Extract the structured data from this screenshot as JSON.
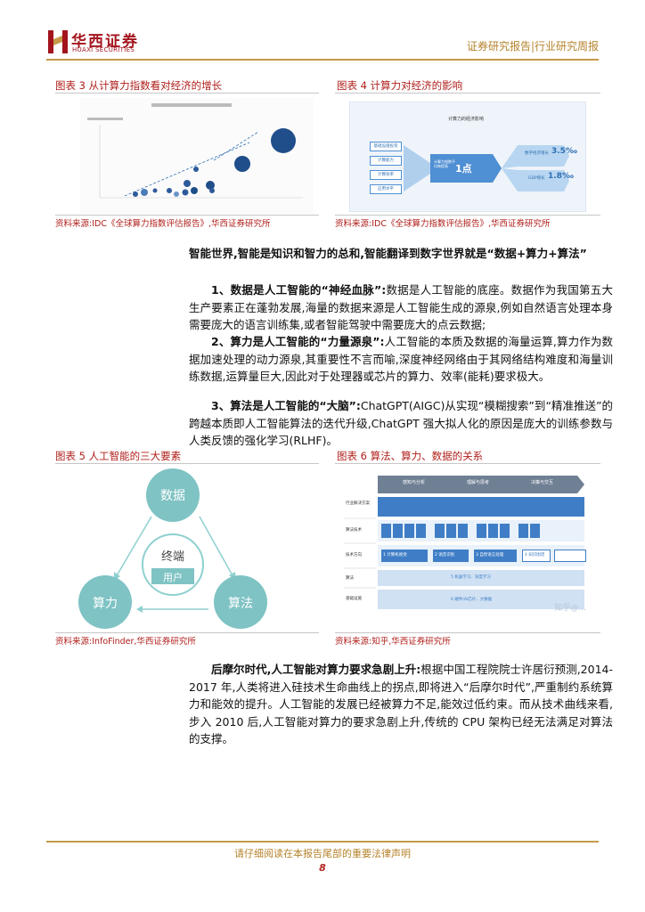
{
  "header": {
    "company_cn": "华西证券",
    "company_en": "HUAXI SECURITIES",
    "report_type": "证券研究报告|行业研究周报"
  },
  "figures": {
    "f3": {
      "title": "图表 3 从计算力指数看对经济的增长",
      "source": "资料来源:IDC《全球算力指数评估报告》,华西证券研究所"
    },
    "f4": {
      "title": "图表 4 计算力对经济的影响",
      "source": "资料来源:IDC《全球算力指数评估报告》,华西证券研究所",
      "inner_title": "计算力的经济影响",
      "left_items": [
        "基础设施投资",
        "计算能力",
        "计算效率",
        "应用水平"
      ],
      "center_text": "计算力指数平均每提高",
      "center_value": "1点",
      "right_items": [
        {
          "label": "数字经济增长",
          "value": "3.5‰"
        },
        {
          "label": "GDP增长",
          "value": "1.8‰"
        }
      ]
    },
    "f5": {
      "title": "图表 5 人工智能的三大要素",
      "source": "资料来源:InfoFinder,华西证券研究所",
      "top": "数据",
      "left": "算力",
      "right": "算法",
      "center": "终端",
      "user": "用户"
    },
    "f6": {
      "title": "图表 6 算法、算力、数据的关系",
      "source": "资料来源:知乎,华西证券研究所",
      "watermark": "知乎@...",
      "phases": [
        "感知与分析",
        "理解与思考",
        "决策与交互"
      ],
      "rows": [
        "行业解决方案",
        "算法技术",
        "技术方向",
        "算法",
        "基础设施"
      ],
      "steps": [
        {
          "n": "1",
          "t": "计算机视觉"
        },
        {
          "n": "2",
          "t": "语音识别"
        },
        {
          "n": "3",
          "t": "自然语言处理"
        },
        {
          "n": "4",
          "t": "知识图谱"
        },
        {
          "n": "5",
          "t": "机器学习、深度学习"
        },
        {
          "n": "6",
          "t": "硬件/AI芯片、大数据"
        }
      ]
    }
  },
  "body": {
    "intro": "智能世界,智能是知识和智力的总和,智能翻译到数字世界就是“数据+算力+算法”",
    "p1_bold": "1、数据是人工智能的“神经血脉”:",
    "p1_text": "数据是人工智能的底座。数据作为我国第五大生产要素正在蓬勃发展,海量的数据来源是人工智能生成的源泉,例如自然语言处理本身需要庞大的语言训练集,或者智能驾驶中需要庞大的点云数据;",
    "p2_bold": "2、算力是人工智能的“力量源泉”:",
    "p2_text": "人工智能的本质及数据的海量运算,算力作为数据加速处理的动力源泉,其重要性不言而喻,深度神经网络由于其网络结构难度和海量训练数据,运算量巨大,因此对于处理器或芯片的算力、效率(能耗)要求极大。",
    "p3_bold": "3、算法是人工智能的“大脑”:",
    "p3_text": "ChatGPT(AIGC)从实现“模糊搜索”到“精准推送”的跨越本质即人工智能算法的迭代升级,ChatGPT 强大拟人化的原因是庞大的训练参数与人类反馈的强化学习(RLHF)。",
    "p4_bold": "后摩尔时代,人工智能对算力要求急剧上升:",
    "p4_text": "根据中国工程院院士许居衍预测,2014-2017 年,人类将进入硅技术生命曲线上的拐点,即将进入“后摩尔时代”,严重制约系统算力和能效的提升。人工智能的发展已经被算力不足,能效过低约束。而从技术曲线来看,步入 2010 后,人工智能对算力的要求急剧上升,传统的 CPU 架构已经无法满足对算法的支撑。"
  },
  "footer": {
    "disclaimer": "请仔细阅读在本报告尾部的重要法律声明",
    "page": "8"
  },
  "colors": {
    "brand_red": "#a3141d",
    "gold": "#c59a48",
    "teal": "#7fc3c4",
    "blue": "#3f7ec6"
  }
}
